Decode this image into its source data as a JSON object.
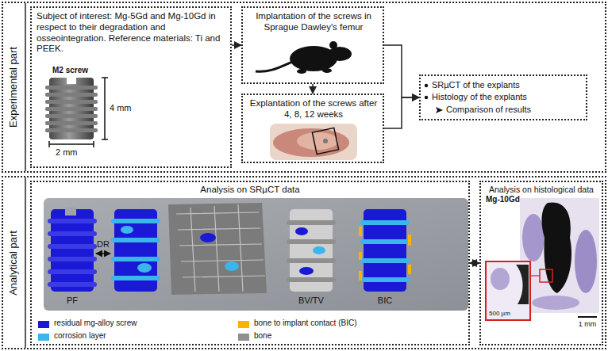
{
  "diagram": {
    "nodes": [
      {
        "text": [
          "Experimental part"
        ]
      },
      {
        "text": [
          "Subject of interest: Mg-5Gd and Mg-10Gd in respect to their degradation and osseointegration. Reference materials: Ti and PEEK."
        ],
        "in": 0
      },
      {
        "text": [
          "Implantation of the screws in Sprague Dawley's femur"
        ],
        "in": 0
      },
      {
        "text": [
          "Explantation of the screws after 4, 8, 12 weeks"
        ],
        "in": 0
      },
      {
        "text": [
          "SRµCT of the explants",
          "Histology of the explants",
          "Comparison of results"
        ],
        "in": 0
      },
      {
        "text": [
          "Analytical part"
        ]
      },
      {
        "text": [
          "Analysis on SRµCT data"
        ],
        "in": 5
      },
      {
        "text": [
          "Analysis on histological data"
        ],
        "in": 5
      }
    ],
    "edges": [
      {
        "from": 1,
        "to": 2,
        "arrow": "to"
      },
      {
        "from": 2,
        "to": 3,
        "arrow": "to"
      },
      {
        "from": 2,
        "to": 4,
        "arrow": "to"
      },
      {
        "from": 3,
        "to": 4,
        "arrow": "to"
      },
      {
        "from": 6,
        "to": 7,
        "arrow": "both"
      }
    ],
    "labels": [
      "M2 screw",
      "4 mm",
      "2 mm",
      "PF",
      "DR",
      "BV/TV",
      "BIC",
      "Mg-10Gd",
      "500 µm",
      "1 mm"
    ],
    "legend": [
      {
        "text": "residual mg-alloy screw",
        "color": "#1a1ad6"
      },
      {
        "text": "corrosion layer",
        "color": "#3cb4ec"
      },
      {
        "text": "bone to implant contact (BIC)",
        "color": "#f5b400"
      },
      {
        "text": "bone",
        "color": "#8f8f8f"
      }
    ]
  }
}
